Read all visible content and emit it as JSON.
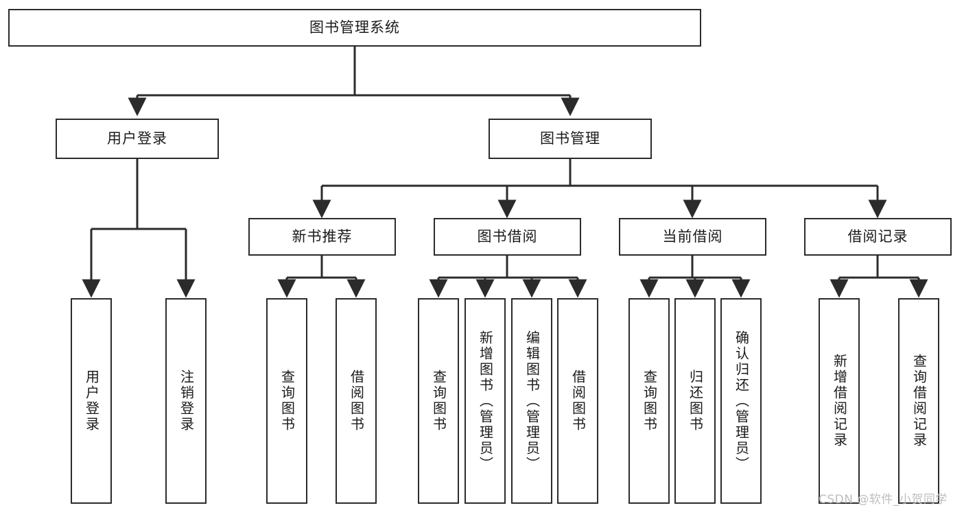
{
  "diagram": {
    "type": "tree",
    "title": "图书管理系统",
    "watermark": "CSDN @软件_小贺同学",
    "colors": {
      "background": "#ffffff",
      "stroke": "#2b2b2b",
      "text": "#1a1a1a",
      "watermark": "#bdbdbd"
    },
    "nodes": {
      "root": {
        "label": "图书管理系统"
      },
      "level1": [
        {
          "id": "user-login",
          "label": "用户登录"
        },
        {
          "id": "book-management",
          "label": "图书管理"
        }
      ],
      "level2": [
        {
          "id": "new-book-recommend",
          "label": "新书推荐"
        },
        {
          "id": "book-borrow",
          "label": "图书借阅"
        },
        {
          "id": "current-borrow",
          "label": "当前借阅"
        },
        {
          "id": "borrow-record",
          "label": "借阅记录"
        }
      ],
      "leaves": {
        "user-login": [
          {
            "id": "leaf-user-login",
            "label": "用户登录"
          },
          {
            "id": "leaf-logout",
            "label": "注销登录"
          }
        ],
        "new-book-recommend": [
          {
            "id": "leaf-query-book-1",
            "label": "查询图书"
          },
          {
            "id": "leaf-borrow-book-1",
            "label": "借阅图书"
          }
        ],
        "book-borrow": [
          {
            "id": "leaf-query-book-2",
            "label": "查询图书"
          },
          {
            "id": "leaf-add-book",
            "label": "新增图书（管理员）"
          },
          {
            "id": "leaf-edit-book",
            "label": "编辑图书（管理员）"
          },
          {
            "id": "leaf-borrow-book-2",
            "label": "借阅图书"
          }
        ],
        "current-borrow": [
          {
            "id": "leaf-query-book-3",
            "label": "查询图书"
          },
          {
            "id": "leaf-return-book",
            "label": "归还图书"
          },
          {
            "id": "leaf-confirm-return",
            "label": "确认归还（管理员）"
          }
        ],
        "borrow-record": [
          {
            "id": "leaf-add-record",
            "label": "新增借阅记录"
          },
          {
            "id": "leaf-query-record",
            "label": "查询借阅记录"
          }
        ]
      }
    }
  }
}
